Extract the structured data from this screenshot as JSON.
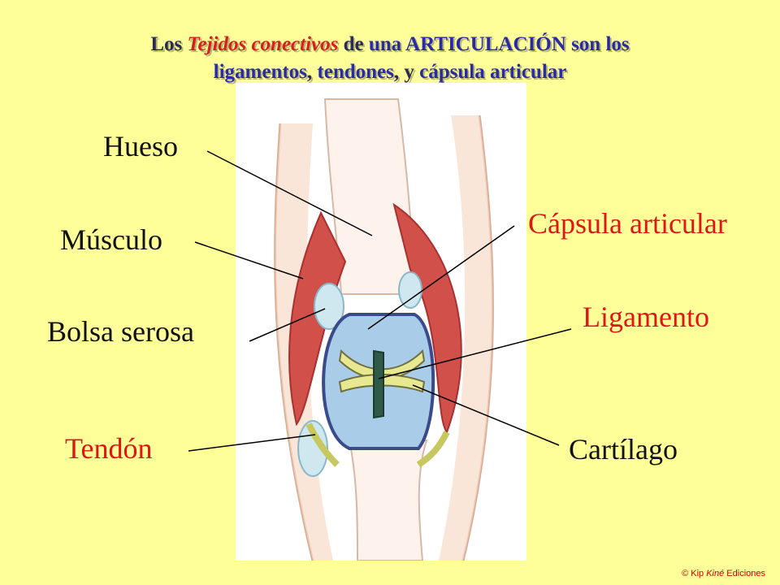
{
  "title": {
    "w1": "Los",
    "w2": "Tejidos conectivos",
    "w3": "de",
    "w4": "una ARTICULACIÓN",
    "w5": "son los",
    "w6": "ligamentos",
    "w7": ",",
    "w8": "tendones",
    "w9": ", y",
    "w10": "cápsula articular"
  },
  "labels": {
    "hueso": "Hueso",
    "musculo": "Músculo",
    "bolsa": "Bolsa serosa",
    "tendon": "Tendón",
    "capsula": "Cápsula articular",
    "ligamento": "Ligamento",
    "cartilago": "Cartílago"
  },
  "copyright": {
    "prefix": "© Kip",
    "brand": "Kiné",
    "suffix": "Ediciones"
  },
  "colors": {
    "background": "#FFFF99",
    "label_black": "#111111",
    "label_red": "#e01515",
    "title_red": "#d81e1e",
    "title_blue": "#2a2aa8"
  }
}
